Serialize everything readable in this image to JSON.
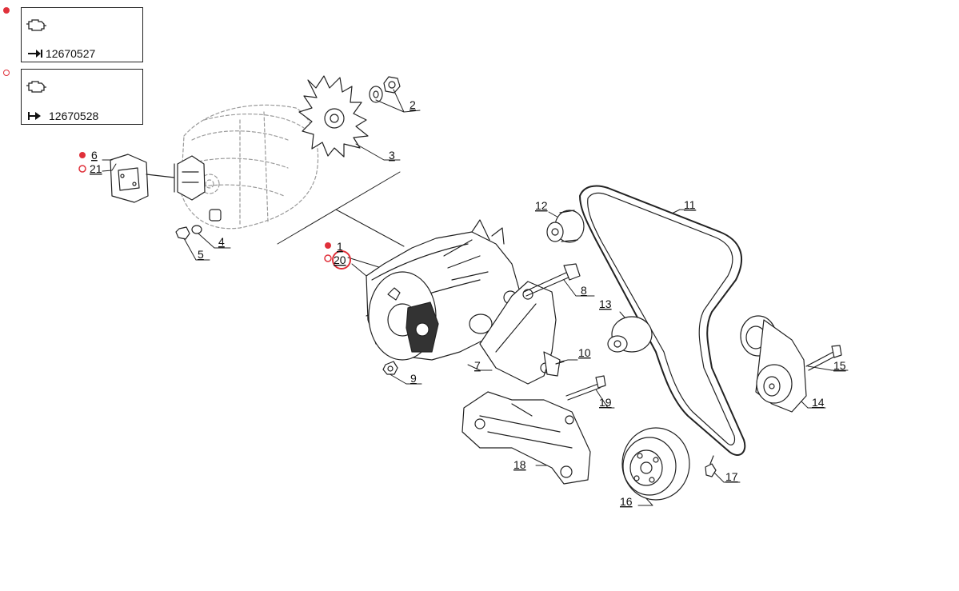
{
  "legend": [
    {
      "variant": "filled",
      "icon": "engine-icon",
      "arrow": "arrow-to-bar-icon",
      "code": "12670527"
    },
    {
      "variant": "hollow",
      "icon": "engine-icon",
      "arrow": "bar-to-arrow-icon",
      "code": "12670528"
    }
  ],
  "callouts": {
    "c1": "1",
    "c2": "2",
    "c3": "3",
    "c4": "4",
    "c5": "5",
    "c6": "6",
    "c7": "7",
    "c8": "8",
    "c9": "9",
    "c10": "10",
    "c11": "11",
    "c12": "12",
    "c13": "13",
    "c14": "14",
    "c15": "15",
    "c16": "16",
    "c17": "17",
    "c18": "18",
    "c19": "19",
    "c20": "20",
    "c21": "21"
  },
  "colors": {
    "accent": "#e0303a",
    "line": "#222222",
    "ghost": "#9a9a9a"
  },
  "selected_callout": "20"
}
